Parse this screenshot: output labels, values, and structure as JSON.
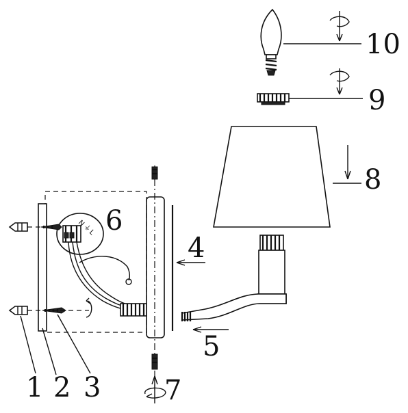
{
  "callouts": {
    "c1": "1",
    "c2": "2",
    "c3": "3",
    "c4": "4",
    "c5": "5",
    "c6": "6",
    "c7": "7",
    "c8": "8",
    "c9": "9",
    "c10": "10"
  },
  "terminal_marks": {
    "n": "N",
    "earth": "⏚",
    "l": "L"
  }
}
